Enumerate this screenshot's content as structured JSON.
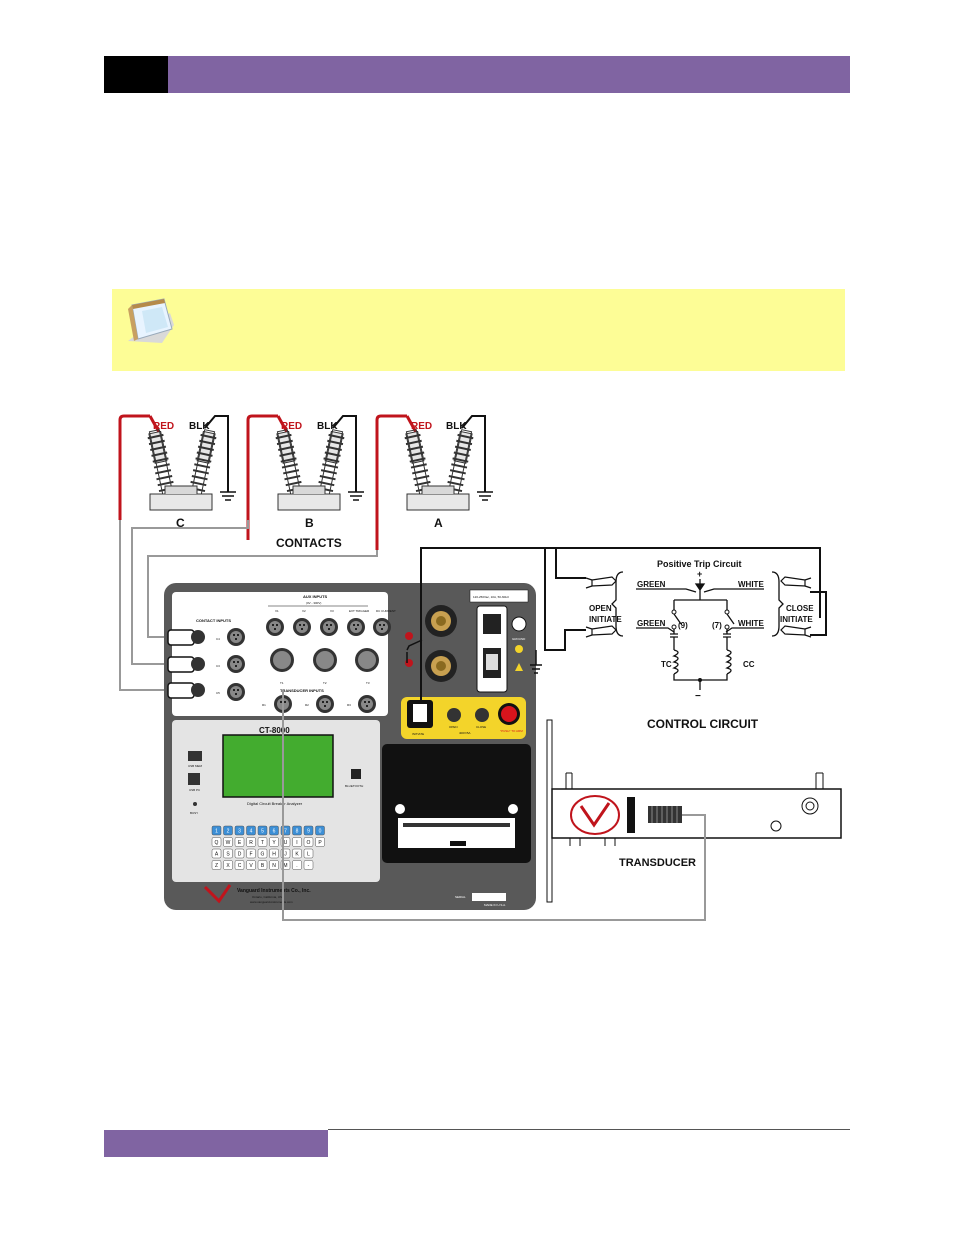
{
  "labels": {
    "red": "RED",
    "blk": "BLK",
    "phase_c": "C",
    "phase_b": "B",
    "phase_a": "A",
    "contacts": "CONTACTS",
    "positive_trip_circuit": "Positive Trip Circuit",
    "plus": "+",
    "minus": "−",
    "green": "GREEN",
    "white": "WHITE",
    "open_initiate_1": "OPEN",
    "open_initiate_2": "INITIATE",
    "close_initiate_1": "CLOSE",
    "close_initiate_2": "INITIATE",
    "tc": "TC",
    "cc": "CC",
    "tag_9": "(9)",
    "tag_7": "(7)",
    "control_circuit": "CONTROL CIRCUIT",
    "transducer": "TRANSDUCER"
  },
  "device": {
    "model": "CT-8000",
    "aux_inputs": "AUX INPUTS",
    "aux_range": "(0V - 300V)",
    "contact_inputs": "CONTACT INPUTS",
    "transducer_inputs": "TRANSDUCER INPUTS",
    "ext_trigger": "EXT TRIGGER",
    "dc_current": "DC CURRENT",
    "v1": "V1",
    "v2": "V2",
    "v3": "V3",
    "c4": "C4",
    "c3": "C3",
    "c5": "C5",
    "t1": "T1",
    "t2": "T2",
    "t3": "T3",
    "r1": "R1",
    "r2": "R2",
    "r3": "R3",
    "display_caption": "Digital Circuit Breaker Analyzer",
    "usb_mem": "USB MEM",
    "usb_pc": "USB PC",
    "busy": "BUSY",
    "bluetooth": "BLUETOOTH",
    "power_rating": "120-250Vac, 10A, 50-60Hz",
    "ground": "GROUND",
    "initiate": "INITIATE",
    "open": "OPEN",
    "close": "CLOSE",
    "rating": "400V/5A",
    "push_to_arm": "\"PUSH\" TO ARM",
    "company": "Vanguard Instruments Co., Inc.",
    "location": "Ontario, California, USA",
    "website": "www.vanguard-instruments.com",
    "serial": "SERIAL",
    "made_in": "MADE IN U.S.A.",
    "vanguard": "VANGUARD"
  },
  "keypad": {
    "row1": [
      "1",
      "2",
      "3",
      "4",
      "5",
      "6",
      "7",
      "8",
      "9",
      "0"
    ],
    "row2": [
      "Q",
      "W",
      "E",
      "R",
      "T",
      "Y",
      "U",
      "I",
      "O",
      "P"
    ],
    "row3": [
      "A",
      "S",
      "D",
      "F",
      "G",
      "H",
      "J",
      "K",
      "L"
    ],
    "row4": [
      "Z",
      "X",
      "C",
      "V",
      "B",
      "N",
      "M",
      ".",
      "-"
    ]
  },
  "colors": {
    "header_purple": "#8064a2",
    "note_yellow": "#fdfd96",
    "red_lead": "#c0141c",
    "device_gray": "#595959",
    "lcd_green": "#43ac2f",
    "key_blue": "#3c8fd6"
  }
}
